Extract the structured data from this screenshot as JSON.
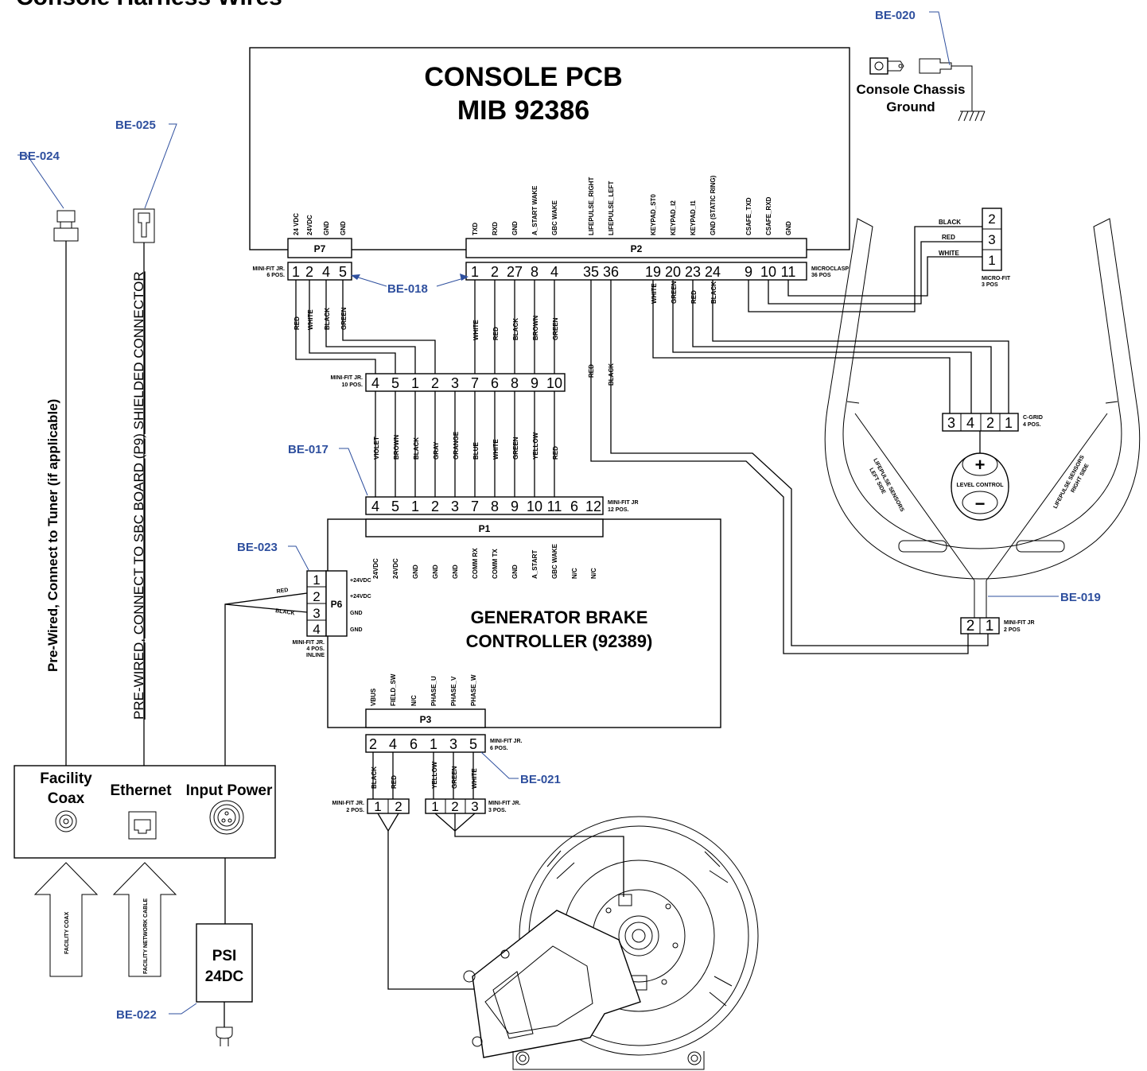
{
  "header_partial": "Console Harness Wires",
  "console_pcb": {
    "line1": "CONSOLE PCB",
    "line2": "MIB 92386"
  },
  "chassis_ground": {
    "line1": "Console Chassis",
    "line2": "Ground"
  },
  "p7": {
    "label": "P7",
    "signals": [
      "24 VDC",
      "24VDC",
      "GND",
      "GND"
    ],
    "pins": [
      "1",
      "2",
      "4",
      "5"
    ],
    "note1": "MINI-FIT JR.",
    "note2": "6 POS."
  },
  "p2": {
    "label": "P2",
    "signals": [
      "TXD",
      "RXD",
      "GND",
      "A_START WAKE",
      "GBC WAKE",
      "LIFEPULSE_RIGHT",
      "LIFEPULSE_LEFT",
      "KEYPAD_ST0",
      "KEYPAD_I2",
      "KEYPAD_I1",
      "GND (STATIC RING)",
      "CSAFE_TXD",
      "CSAFE_RXD",
      "GND"
    ],
    "pins": [
      "1",
      "2",
      "27",
      "8",
      "4",
      "35",
      "36",
      "19",
      "20",
      "23",
      "24",
      "9",
      "10",
      "11"
    ],
    "note1": "MICROCLASP",
    "note2": "36 POS"
  },
  "micro_fit": {
    "pins": [
      "2",
      "3",
      "1"
    ],
    "wires": [
      "BLACK",
      "RED",
      "WHITE"
    ],
    "note1": "MICRO-FIT",
    "note2": "3 POS"
  },
  "p7_wires": [
    "RED",
    "WHITE",
    "BLACK",
    "GREEN"
  ],
  "p2_left_wires": [
    "WHITE",
    "RED",
    "BLACK",
    "BROWN",
    "GREEN"
  ],
  "p2_lifepulse_wires": [
    "RED",
    "BLACK"
  ],
  "p2_keypad_wires": [
    "WHITE",
    "GREEN",
    "RED",
    "BLACK"
  ],
  "mid_connector": {
    "pins": [
      "4",
      "5",
      "1",
      "2",
      "3",
      "7",
      "6",
      "8",
      "9",
      "10"
    ],
    "note1": "MINI-FIT JR.",
    "note2": "10 POS."
  },
  "mid_wires": [
    "VIOLET",
    "BROWN",
    "BLACK",
    "GRAY",
    "ORANGE",
    "BLUE",
    "WHITE",
    "GREEN",
    "YELLOW",
    "RED"
  ],
  "p1_connector": {
    "pins": [
      "4",
      "5",
      "1",
      "2",
      "3",
      "7",
      "8",
      "9",
      "10",
      "11",
      "6",
      "12"
    ],
    "note1": "MINI-FIT JR",
    "note2": "12 POS."
  },
  "p1": {
    "label": "P1",
    "signals": [
      "24VDC",
      "24VDC",
      "GND",
      "GND",
      "GND",
      "COMM RX",
      "COMM TX",
      "GND",
      "A_START",
      "GBC WAKE",
      "N/C",
      "N/C"
    ]
  },
  "p6": {
    "label": "P6",
    "pins": [
      "1",
      "2",
      "3",
      "4"
    ],
    "signals": [
      "+24VDC",
      "+24VDC",
      "GND",
      "GND"
    ],
    "wires": [
      "RED",
      "BLACK"
    ],
    "note1": "MINI-FIT JR.",
    "note2": "4 POS.",
    "note3": "INLINE"
  },
  "gbc": {
    "line1": "GENERATOR BRAKE",
    "line2": "CONTROLLER (92389)"
  },
  "p3": {
    "label": "P3",
    "signals": [
      "VBUS",
      "FIELD_SW",
      "N/C",
      "PHASE_U",
      "PHASE_V",
      "PHASE_W"
    ],
    "pins": [
      "2",
      "4",
      "6",
      "1",
      "3",
      "5"
    ],
    "note1": "MINI-FIT JR.",
    "note2": "6 POS."
  },
  "field_conn": {
    "pins": [
      "1",
      "2"
    ],
    "wires": [
      "BLACK",
      "RED"
    ],
    "note1": "MINI-FIT JR.",
    "note2": "2 POS."
  },
  "phase_conn": {
    "pins": [
      "1",
      "2",
      "3"
    ],
    "wires": [
      "YELLOW",
      "GREEN",
      "WHITE"
    ],
    "note1": "MINI-FIT JR.",
    "note2": "3 POS."
  },
  "c_grid": {
    "pins": [
      "3",
      "4",
      "2",
      "1"
    ],
    "note1": "C-GRID",
    "note2": "4 POS."
  },
  "level_control": {
    "label": "LEVEL CONTROL",
    "plus": "+",
    "minus": "−"
  },
  "handlebar": {
    "left1": "LIFEPULSE SENSORS",
    "left2": "LEFT SIDE",
    "right1": "LIFEPULSE SENSORS",
    "right2": "RIGHT SIDE"
  },
  "lifepulse_conn": {
    "pins": [
      "2",
      "1"
    ],
    "note1": "MINI-FIT JR",
    "note2": "2 POS"
  },
  "panel": {
    "coax1": "Facility",
    "coax2": "Coax",
    "ethernet": "Ethernet",
    "power": "Input Power"
  },
  "arrows": {
    "coax": "FACILITY COAX",
    "network": "FACILITY NETWORK CABLE"
  },
  "psi": {
    "line1": "PSI",
    "line2": "24DC"
  },
  "vertical": {
    "tuner": "Pre-Wired, Connect to Tuner (if applicable)",
    "sbc": "PRE-WIRED, CONNECT TO SBC BOARD (P9) SHIELDED CONNECTOR"
  },
  "refs": {
    "be017": "BE-017",
    "be018": "BE-018",
    "be019": "BE-019",
    "be020": "BE-020",
    "be021": "BE-021",
    "be022": "BE-022",
    "be023": "BE-023",
    "be024": "BE-024",
    "be025": "BE-025"
  },
  "colors": {
    "reference_label": "#2e4f9e",
    "line": "#000000"
  }
}
